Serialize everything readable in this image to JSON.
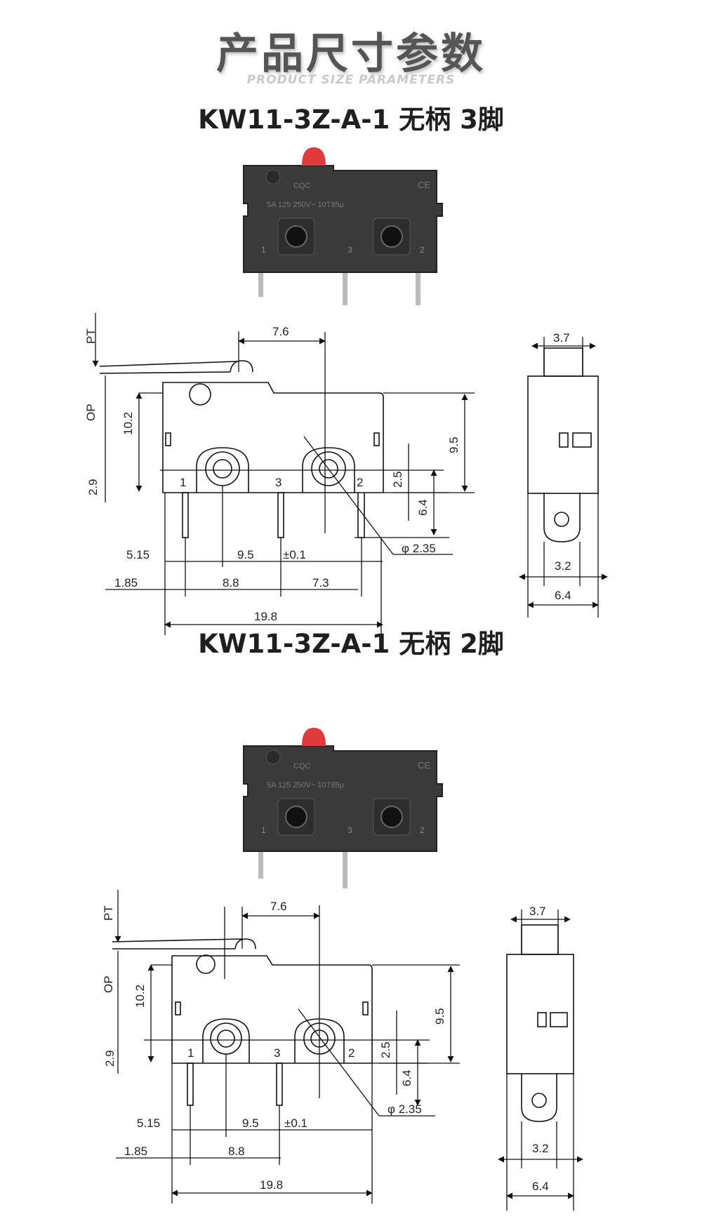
{
  "header": {
    "title": "产品尺寸参数",
    "subtitle": "PRODUCT SIZE PARAMETERS"
  },
  "sections": [
    {
      "title": "KW11-3Z-A-1 无柄 3脚",
      "photo": {
        "marking_cqc": "CQC",
        "marking_rating": "5A 125 250V~ 10T85μ",
        "marking_ce": "CE",
        "terminal_labels": [
          "1",
          "3",
          "2"
        ]
      },
      "front_view": {
        "labels_side": [
          "PT",
          "OP",
          "10.2",
          "2.9"
        ],
        "label_top": "7.6",
        "labels_right": [
          "9.5",
          "2.5",
          "6.4"
        ],
        "terminal_labels": [
          "1",
          "3",
          "2"
        ],
        "hole_label": "φ 2.35",
        "row1": [
          "5.15",
          "9.5",
          "±0.1"
        ],
        "row2": [
          "1.85",
          "8.8",
          "7.3"
        ],
        "overall": "19.8"
      },
      "side_view": {
        "top": "3.7",
        "bottom1": "3.2",
        "bottom2": "6.4"
      }
    },
    {
      "title": "KW11-3Z-A-1 无柄 2脚",
      "photo": {
        "marking_cqc": "CQC",
        "marking_rating": "5A 125 250V~ 10T85μ",
        "marking_ce": "CE",
        "terminal_labels": [
          "1",
          "3",
          "2"
        ]
      },
      "front_view": {
        "labels_side": [
          "PT",
          "OP",
          "10.2",
          "2.9"
        ],
        "label_top": "7.6",
        "labels_right": [
          "9.5",
          "2.5",
          "6.4"
        ],
        "terminal_labels": [
          "1",
          "3",
          "2"
        ],
        "hole_label": "φ 2.35",
        "row1": [
          "5.15",
          "9.5",
          "±0.1"
        ],
        "row2": [
          "1.85",
          "8.8"
        ],
        "overall": "19.8"
      },
      "side_view": {
        "top": "3.7",
        "bottom1": "3.2",
        "bottom2": "6.4"
      }
    }
  ]
}
